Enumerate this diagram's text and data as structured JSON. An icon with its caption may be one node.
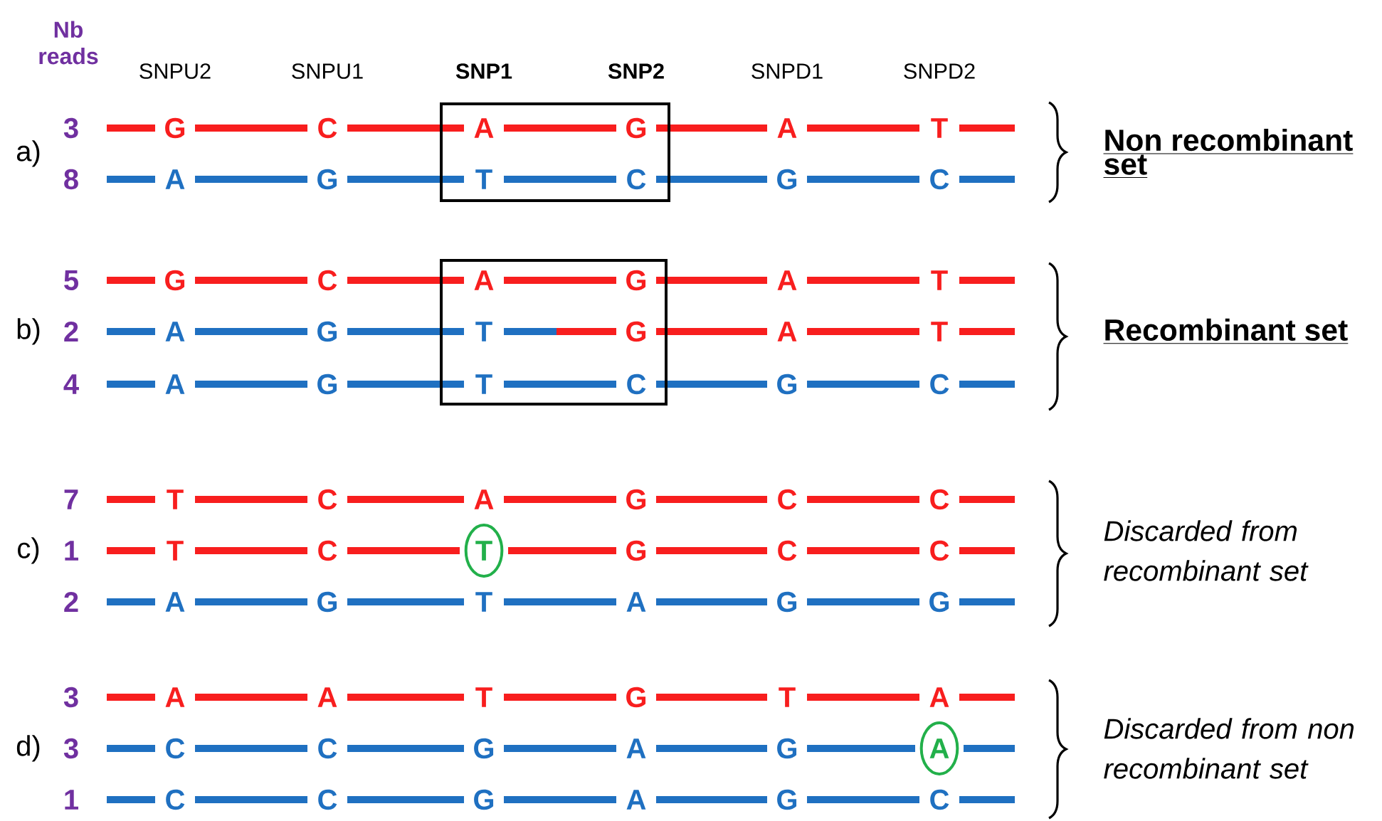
{
  "diagram": {
    "nodes": [
      {
        "text": [
          "T"
        ]
      },
      {
        "text": [
          "A"
        ]
      }
    ],
    "labels": [
      "Nb reads",
      "SNPU2",
      "SNPU1",
      "SNP1",
      "SNP2",
      "SNPD1",
      "SNPD2",
      "a)",
      "3",
      "G",
      "C",
      "A",
      "G",
      "A",
      "T",
      "8",
      "A",
      "G",
      "T",
      "C",
      "G",
      "C",
      "Non recombinant set",
      "b)",
      "5",
      "G",
      "C",
      "A",
      "G",
      "A",
      "T",
      "2",
      "A",
      "G",
      "T",
      "G",
      "A",
      "T",
      "4",
      "A",
      "G",
      "T",
      "C",
      "G",
      "C",
      "Recombinant set",
      "c)",
      "7",
      "T",
      "C",
      "A",
      "G",
      "C",
      "C",
      "1",
      "T",
      "C",
      "G",
      "C",
      "C",
      "2",
      "A",
      "G",
      "T",
      "A",
      "G",
      "G",
      "Discarded from recombinant set",
      "d)",
      "3",
      "A",
      "A",
      "T",
      "G",
      "T",
      "A",
      "3",
      "C",
      "C",
      "G",
      "A",
      "G",
      "1",
      "C",
      "C",
      "G",
      "A",
      "G",
      "C",
      "Discarded from non recombinant set"
    ]
  }
}
